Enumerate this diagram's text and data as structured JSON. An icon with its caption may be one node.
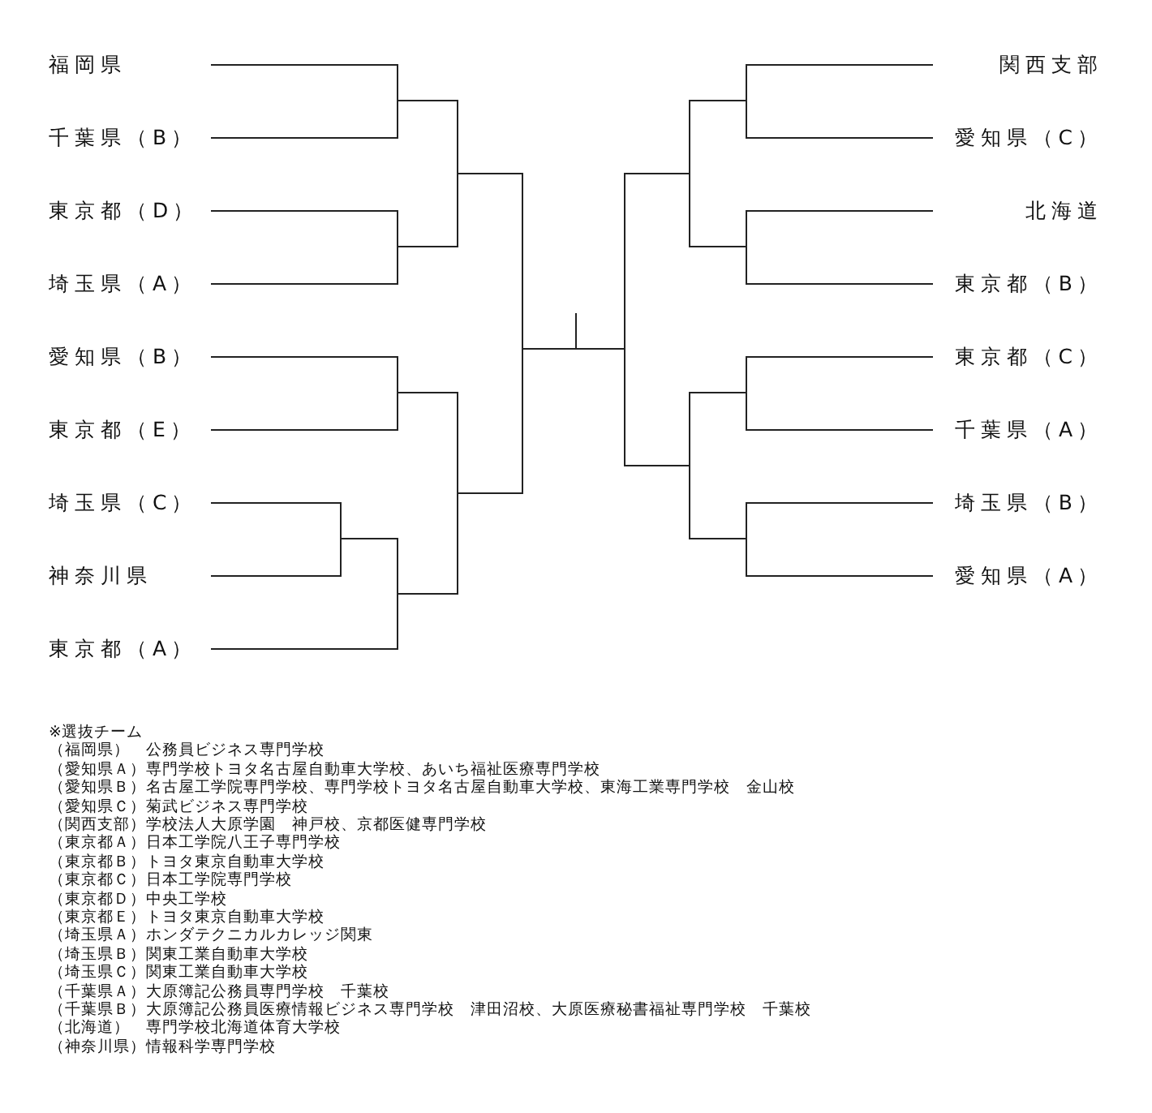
{
  "diagram": {
    "labels": [
      "福岡県",
      "千葉県（B）",
      "東京都（D）",
      "埼玉県（A）",
      "愛知県（B）",
      "東京都（E）",
      "埼玉県（C）",
      "神奈川県",
      "東京都（A）",
      "関西支部",
      "愛知県（C）",
      "北海道",
      "東京都（B）",
      "東京都（C）",
      "千葉県（A）",
      "埼玉県（B）",
      "愛知県（A）",
      "※選抜チーム",
      "（福岡県）　公務員ビジネス専門学校",
      "（愛知県Ａ）専門学校トヨタ名古屋自動車大学校、あいち福祉医療専門学校",
      "（愛知県Ｂ）名古屋工学院専門学校、専門学校トヨタ名古屋自動車大学校、東海工業専門学校　金山校",
      "（愛知県Ｃ）菊武ビジネス専門学校",
      "（関西支部）学校法人大原学園　神戸校、京都医健専門学校",
      "（東京都Ａ）日本工学院八王子専門学校",
      "（東京都Ｂ）トヨタ東京自動車大学校",
      "（東京都Ｃ）日本工学院専門学校",
      "（東京都Ｄ）中央工学校",
      "（東京都Ｅ）トヨタ東京自動車大学校",
      "（埼玉県Ａ）ホンダテクニカルカレッジ関東",
      "（埼玉県Ｂ）関東工業自動車大学校",
      "（埼玉県Ｃ）関東工業自動車大学校",
      "（千葉県Ａ）大原簿記公務員専門学校　千葉校",
      "（千葉県Ｂ）大原簿記公務員医療情報ビジネス専門学校　津田沼校、大原医療秘書福祉専門学校　千葉校",
      "（北海道）　専門学校北海道体育大学校",
      "（神奈川県）情報科学専門学校"
    ]
  }
}
